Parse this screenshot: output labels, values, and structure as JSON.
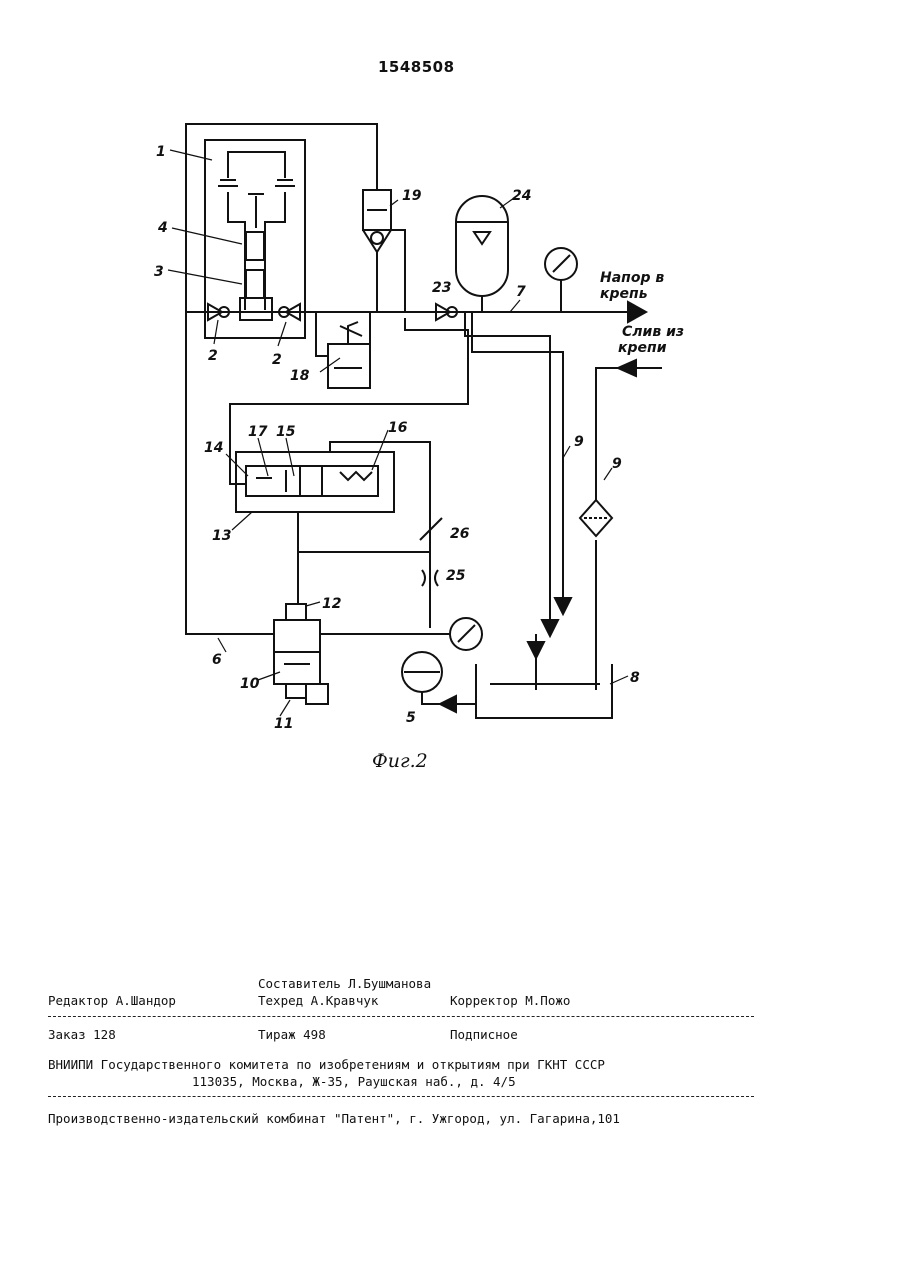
{
  "patent_number": "1548508",
  "figure": {
    "caption": "Фиг.2",
    "labels": {
      "l1": "1",
      "l2a": "2",
      "l2b": "2",
      "l3": "3",
      "l4": "4",
      "l5": "5",
      "l6": "6",
      "l7": "7",
      "l8": "8",
      "l9a": "9",
      "l9b": "9",
      "l10": "10",
      "l11": "11",
      "l12": "12",
      "l13": "13",
      "l14": "14",
      "l15": "15",
      "l16": "16",
      "l17": "17",
      "l18": "18",
      "l19": "19",
      "l23": "23",
      "l24": "24",
      "l25": "25",
      "l26": "26"
    },
    "annotations": {
      "pressure_line_1": "Напор в",
      "pressure_line_2": "крепь",
      "drain_line_1": "Слив из",
      "drain_line_2": "крепи"
    }
  },
  "imprint": {
    "compiler": "Составитель Л.Бушманова",
    "editor": "Редактор А.Шандор",
    "techred": "Техред А.Кравчук",
    "corrector": "Корректор М.Пожо",
    "order": "Заказ 128",
    "circulation": "Тираж 498",
    "subscription": "Подписное",
    "org_line1": "ВНИИПИ Государственного комитета по изобретениям и открытиям при ГКНТ СССР",
    "org_line2": "113035, Москва, Ж-35, Раушская наб., д. 4/5",
    "plant": "Производственно-издательский комбинат \"Патент\", г. Ужгород, ул. Гагарина,101"
  }
}
